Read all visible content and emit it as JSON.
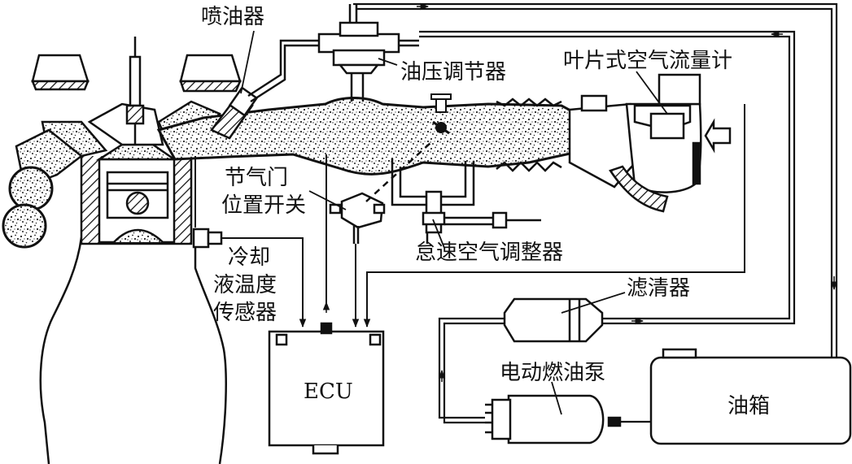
{
  "labels": {
    "injector": "喷油器",
    "pressure_regulator": "油压调节器",
    "vane_airflow_meter": "叶片式空气流量计",
    "throttle_switch_line1": "节气门",
    "throttle_switch_line2": "位置开关",
    "idle_air_adjuster": "怠速空气调整器",
    "coolant_line1": "冷却",
    "coolant_line2": "液温度",
    "coolant_line3": "传感器",
    "filter": "滤清器",
    "fuel_pump": "电动燃油泵",
    "fuel_tank": "油箱",
    "ecu": "ECU"
  }
}
